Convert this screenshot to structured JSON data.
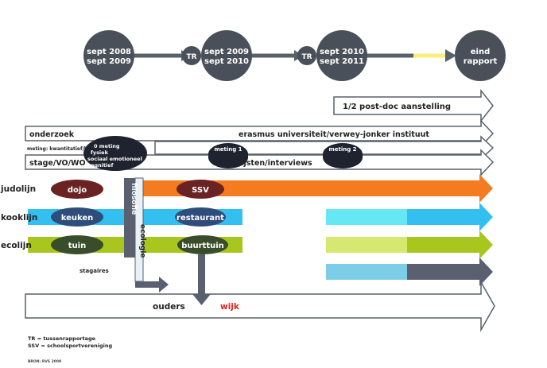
{
  "timeline": {
    "milestones": [
      {
        "line1": "sept 2008",
        "line2": "sept 2009"
      },
      {
        "line1": "sept 2009",
        "line2": "sept 2010"
      },
      {
        "line1": "sept 2010",
        "line2": "sept 2011"
      },
      {
        "line1": "eind",
        "line2": "rapport"
      }
    ],
    "tr1": "TR",
    "tr2": "TR"
  },
  "bands": {
    "postdoc": "1/2 post-doc aanstelling",
    "onderzoek": "onderzoek",
    "erasmus": "erasmus universiteit/verwey-jonker instituut",
    "meting_label": "meting: kwantitatief/kwalitatief",
    "stage": "stage/VO/WO",
    "lijsten": "lijsten/interviews"
  },
  "ellipses": {
    "zero_meting": [
      "0 meting",
      "fysiek",
      "sociaal emotioneel",
      "cognitief"
    ],
    "meting1": "meting 1",
    "meting2": "meting 2"
  },
  "lines": {
    "judo": {
      "label": "judolijn",
      "items": [
        "dojo",
        "SSV"
      ],
      "color": "#f47b20"
    },
    "kook": {
      "label": "kooklijn",
      "items": [
        "keuken",
        "restaurant"
      ],
      "color": "#33bff0"
    },
    "eco": {
      "label": "ecolijn",
      "items": [
        "tuin",
        "buurttuin"
      ],
      "color": "#a8c61e"
    }
  },
  "vertical": {
    "filosofie": "filosofie",
    "ecologie": "ecologie"
  },
  "bottom": {
    "stagaires": "stagaires",
    "ouders": "ouders",
    "wijk": "wijk"
  },
  "legend": {
    "tr": "TR = tussenrapportage",
    "ssv": "SSV = schoolsportvereniging",
    "bron": "BRON: RVS 2009"
  },
  "colors": {
    "ellipse": "#4a5059",
    "dark_ellipse": "#1f2330",
    "wijk": "#e2231a",
    "yellow": "#f7ef7a"
  }
}
